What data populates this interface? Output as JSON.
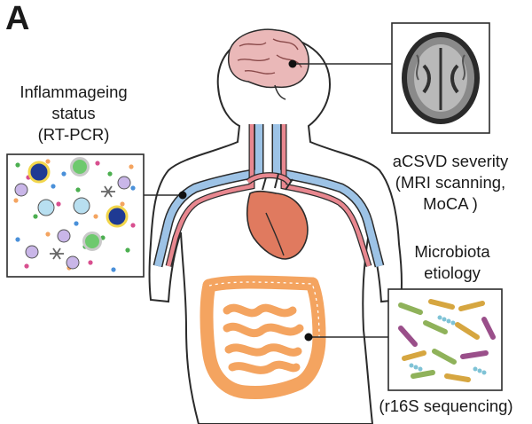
{
  "panel_label": "A",
  "inflammaging": {
    "line1": "Inflammageing",
    "line2": "status",
    "line3": "(RT-PCR)"
  },
  "csvd": {
    "line1": "aCSVD severity",
    "line2": "(MRI scanning,",
    "line3": "MoCA )"
  },
  "microbiota": {
    "line1": "Microbiota",
    "line2": "etiology",
    "method": "(r16S sequencing)"
  },
  "colors": {
    "brain": "#e9b8b8",
    "heart": "#e07a5f",
    "vein": "#9dc3e6",
    "artery": "#e8878f",
    "intestine": "#f4a460",
    "outline": "#2b2b2b"
  }
}
